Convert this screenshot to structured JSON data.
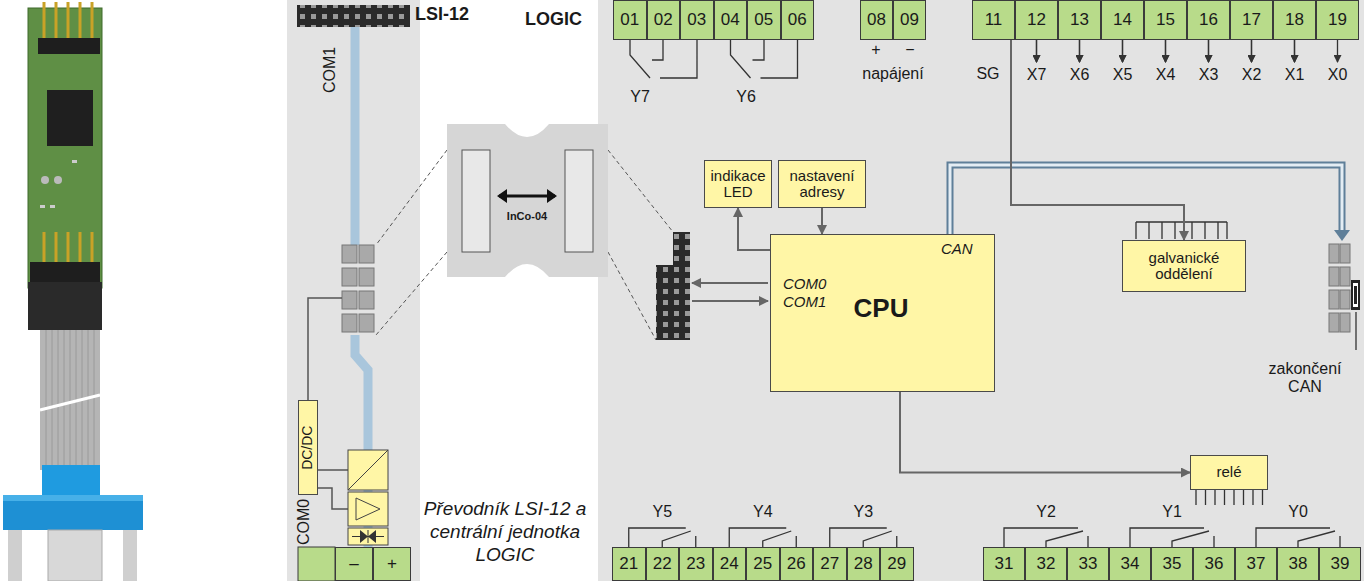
{
  "diagram": {
    "caption": "Převodník LSI-12 a centrální jednotka LOGIC",
    "nodes": [
      {
        "text": [
          "LSI-12"
        ]
      },
      {
        "text": [
          "DC/DC"
        ],
        "in": 0
      },
      {
        "text": [
          "–"
        ],
        "in": 0
      },
      {
        "text": [
          "+"
        ],
        "in": 0
      },
      {
        "text": [
          "InCo-04"
        ]
      },
      {
        "text": [
          "LOGIC"
        ]
      },
      {
        "text": [
          "01"
        ],
        "in": 5
      },
      {
        "text": [
          "02"
        ],
        "in": 5
      },
      {
        "text": [
          "03"
        ],
        "in": 5
      },
      {
        "text": [
          "04"
        ],
        "in": 5
      },
      {
        "text": [
          "05"
        ],
        "in": 5
      },
      {
        "text": [
          "06"
        ],
        "in": 5
      },
      {
        "text": [
          "08"
        ],
        "in": 5
      },
      {
        "text": [
          "09"
        ],
        "in": 5
      },
      {
        "text": [
          "11"
        ],
        "in": 5
      },
      {
        "text": [
          "12"
        ],
        "in": 5
      },
      {
        "text": [
          "13"
        ],
        "in": 5
      },
      {
        "text": [
          "14"
        ],
        "in": 5
      },
      {
        "text": [
          "15"
        ],
        "in": 5
      },
      {
        "text": [
          "16"
        ],
        "in": 5
      },
      {
        "text": [
          "17"
        ],
        "in": 5
      },
      {
        "text": [
          "18"
        ],
        "in": 5
      },
      {
        "text": [
          "19"
        ],
        "in": 5
      },
      {
        "text": [
          "indikace LED"
        ],
        "in": 5
      },
      {
        "text": [
          "nastavení adresy"
        ],
        "in": 5
      },
      {
        "text": [
          "CPU",
          "COM0",
          "COM1",
          "CAN"
        ],
        "in": 5
      },
      {
        "text": [
          "galvanické oddělení"
        ],
        "in": 5
      },
      {
        "text": [
          "relé"
        ],
        "in": 5
      },
      {
        "text": [
          "21"
        ],
        "in": 5
      },
      {
        "text": [
          "22"
        ],
        "in": 5
      },
      {
        "text": [
          "23"
        ],
        "in": 5
      },
      {
        "text": [
          "24"
        ],
        "in": 5
      },
      {
        "text": [
          "25"
        ],
        "in": 5
      },
      {
        "text": [
          "26"
        ],
        "in": 5
      },
      {
        "text": [
          "27"
        ],
        "in": 5
      },
      {
        "text": [
          "28"
        ],
        "in": 5
      },
      {
        "text": [
          "29"
        ],
        "in": 5
      },
      {
        "text": [
          "31"
        ],
        "in": 5
      },
      {
        "text": [
          "32"
        ],
        "in": 5
      },
      {
        "text": [
          "33"
        ],
        "in": 5
      },
      {
        "text": [
          "34"
        ],
        "in": 5
      },
      {
        "text": [
          "35"
        ],
        "in": 5
      },
      {
        "text": [
          "36"
        ],
        "in": 5
      },
      {
        "text": [
          "37"
        ],
        "in": 5
      },
      {
        "text": [
          "38"
        ],
        "in": 5
      },
      {
        "text": [
          "39"
        ],
        "in": 5
      }
    ],
    "edges": [
      {
        "from": 25,
        "to": 23,
        "arrow": "to"
      },
      {
        "from": 24,
        "to": 25,
        "arrow": "to"
      },
      {
        "from": 25,
        "to": 27,
        "arrow": "to"
      },
      {
        "from": 14,
        "to": 26,
        "arrow": "to"
      }
    ],
    "labels": [
      "COM1",
      "COM0",
      "Y7",
      "Y6",
      "+",
      "−",
      "napájení",
      "SG",
      "X7",
      "X6",
      "X5",
      "X4",
      "X3",
      "X2",
      "X1",
      "X0",
      "Y5",
      "Y4",
      "Y3",
      "Y2",
      "Y1",
      "Y0",
      "zakončení CAN"
    ]
  }
}
